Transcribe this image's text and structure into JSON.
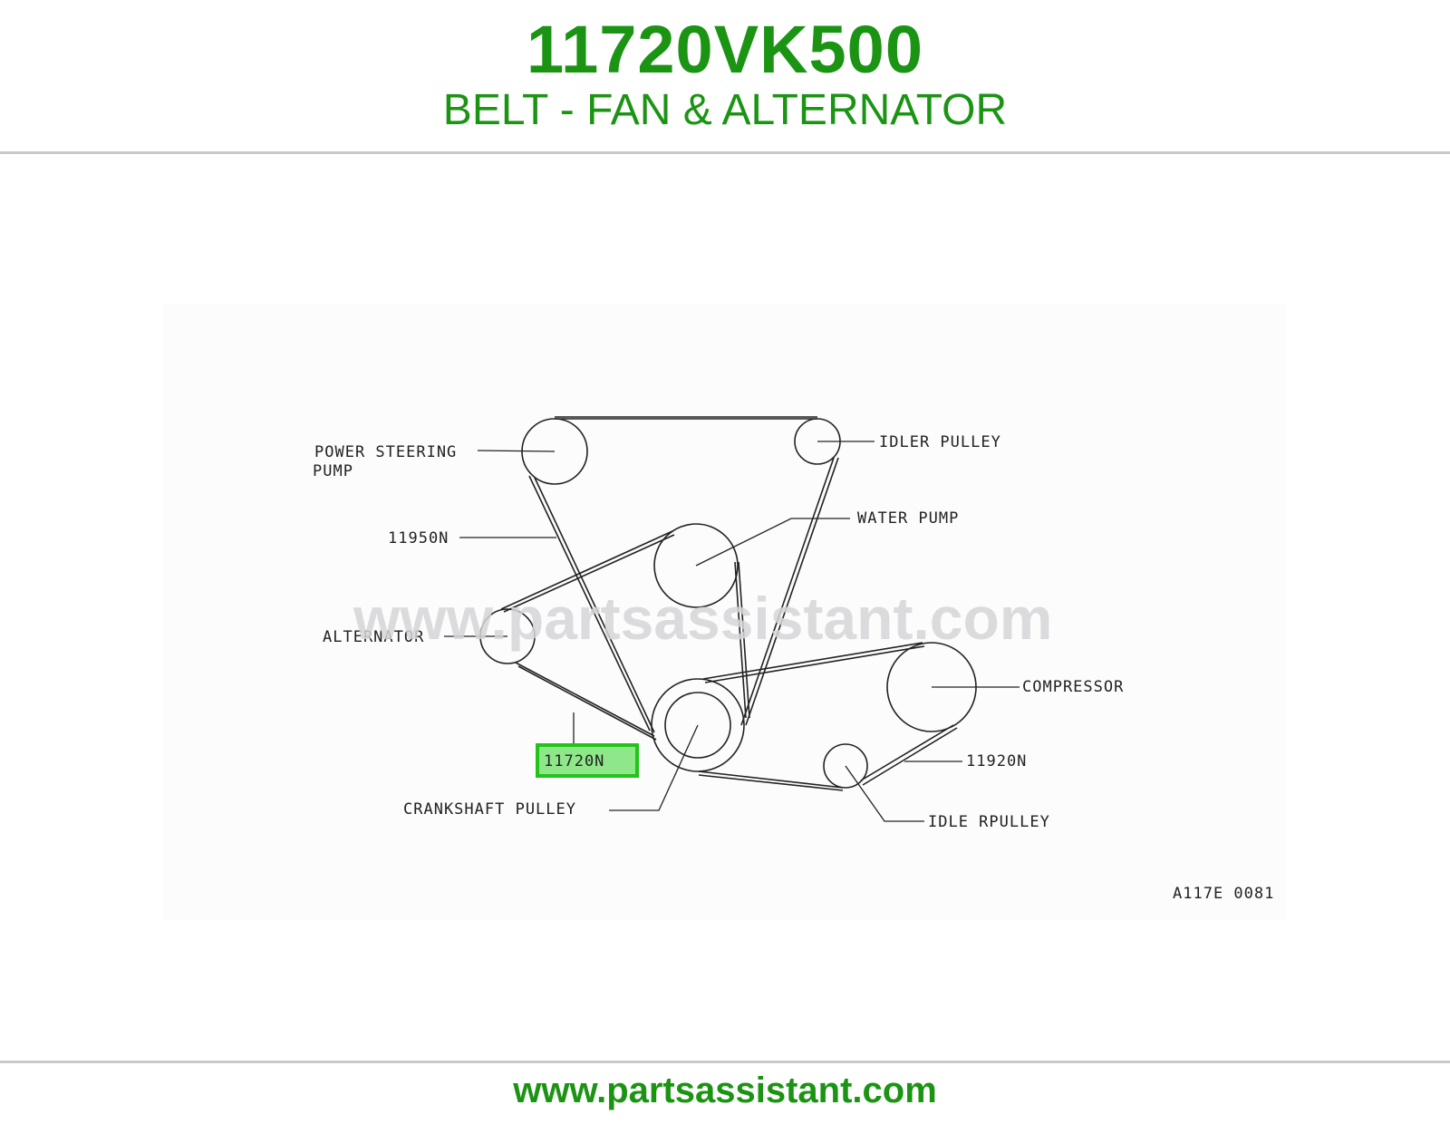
{
  "header": {
    "part_number": "11720VK500",
    "description": "BELT - FAN & ALTERNATOR"
  },
  "diagram": {
    "labels": {
      "power_steering_line1": "POWER STEERING",
      "power_steering_line2": "PUMP",
      "idler_pulley_top": "IDLER PULLEY",
      "water_pump": "WATER PUMP",
      "belt_11950": "11950N",
      "alternator": "ALTERNATOR",
      "compressor": "COMPRESSOR",
      "belt_11720": "11720N",
      "belt_11920": "11920N",
      "crankshaft_pulley": "CRANKSHAFT PULLEY",
      "idler_pulley_bottom": "IDLE RPULLEY",
      "figure_code": "A117E 0081"
    },
    "watermark": "www.partsassistant.com",
    "highlight_color": "#22c41a",
    "highlight_fill": "#8ee88a"
  },
  "footer": {
    "url": "www.partsassistant.com"
  },
  "colors": {
    "brand_green": "#1b9414",
    "rule_gray": "#c9c9c9"
  }
}
